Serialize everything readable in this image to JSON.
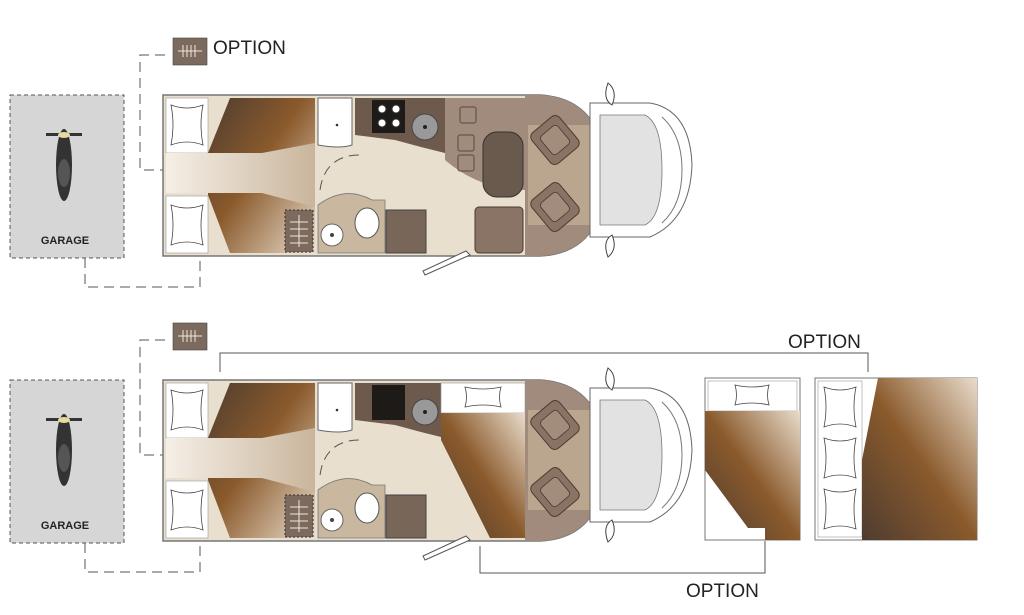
{
  "labels": {
    "option_top": "OPTION",
    "option_upper_right": "OPTION",
    "option_lower": "OPTION",
    "garage_top": "GARAGE",
    "garage_bottom": "GARAGE"
  },
  "colors": {
    "garage_fill": "#d6d6d6",
    "option_swatch": "#7b6a5d",
    "floor": "#e9dfcf",
    "cab_floor": "#a08b7c",
    "bed_dark": "#5a4636",
    "bed_brown": "#8a5a2c",
    "kitchen": "#6e5a4c"
  }
}
